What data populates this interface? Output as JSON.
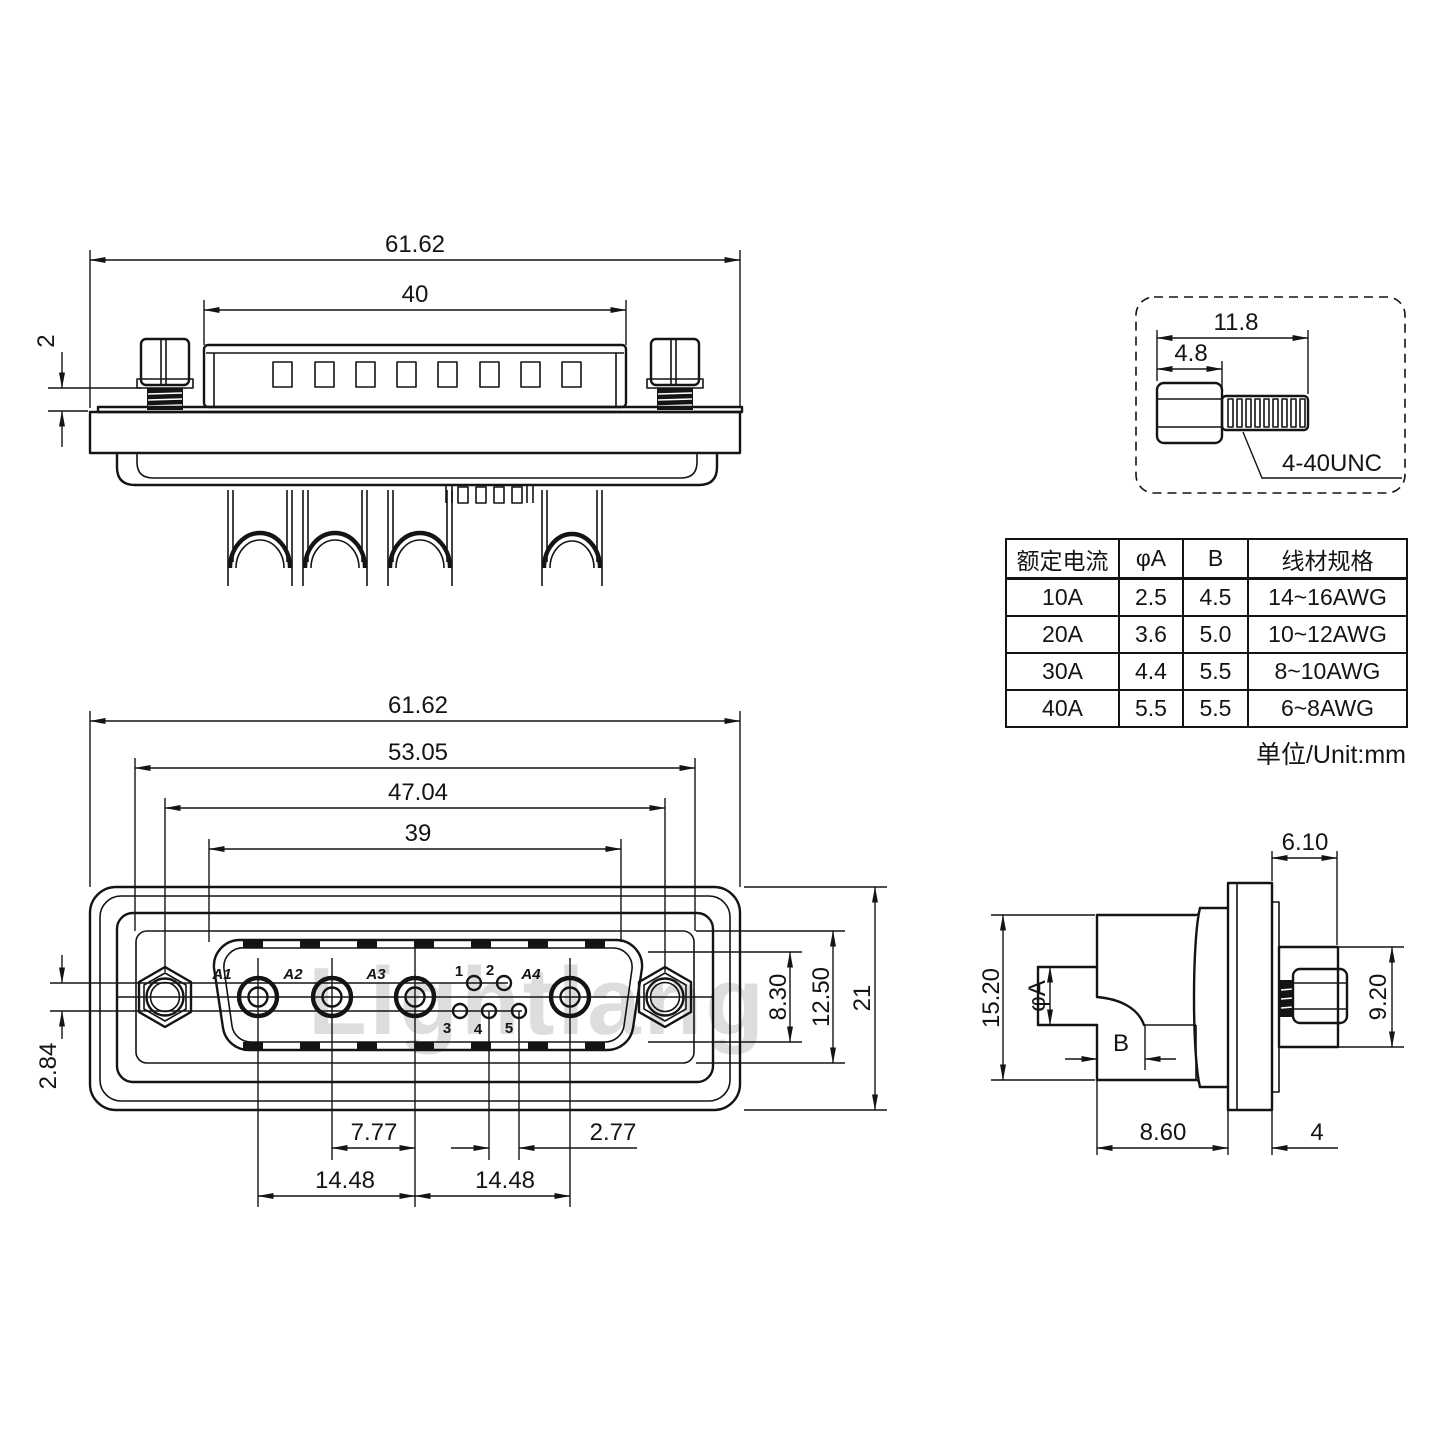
{
  "watermark": "Lightlang",
  "top_view": {
    "dim_overall_width": "61.62",
    "dim_insert_width": "40",
    "dim_screw_standoff": "2"
  },
  "screw_detail": {
    "dim_total_length": "11.8",
    "dim_head_length": "4.8",
    "thread_spec": "4-40UNC"
  },
  "spec_table": {
    "headers": [
      "额定电流",
      "φA",
      "B",
      "线材规格"
    ],
    "rows": [
      [
        "10A",
        "2.5",
        "4.5",
        "14~16AWG"
      ],
      [
        "20A",
        "3.6",
        "5.0",
        "10~12AWG"
      ],
      [
        "30A",
        "4.4",
        "5.5",
        "8~10AWG"
      ],
      [
        "40A",
        "5.5",
        "5.5",
        "6~8AWG"
      ]
    ],
    "unit_note": "单位/Unit:mm"
  },
  "front_view": {
    "dim_overall_width": "61.62",
    "dim_faceplate_width": "53.05",
    "dim_screw_spacing": "47.04",
    "dim_shield_width": "39",
    "dim_row_offset": "2.84",
    "dim_opening_height": "8.30",
    "dim_insert_height": "12.50",
    "dim_body_height": "21",
    "dim_a2_a3_pitch": "7.77",
    "dim_signal_pitch": "2.77",
    "dim_a1_a3_pitch": "14.48",
    "dim_a3_a4_pitch": "14.48",
    "power_pin_labels": [
      "A1",
      "A2",
      "A3",
      "A4"
    ],
    "signal_pin_labels": [
      "1",
      "2",
      "3",
      "4",
      "5"
    ]
  },
  "side_view": {
    "dim_screw_protrusion": "6.10",
    "dim_body_height": "15.20",
    "dim_pin_diameter": "φA",
    "dim_cup_depth": "B",
    "dim_bush_diameter": "9.20",
    "dim_body_depth": "8.60",
    "dim_flange_thickness": "4"
  }
}
